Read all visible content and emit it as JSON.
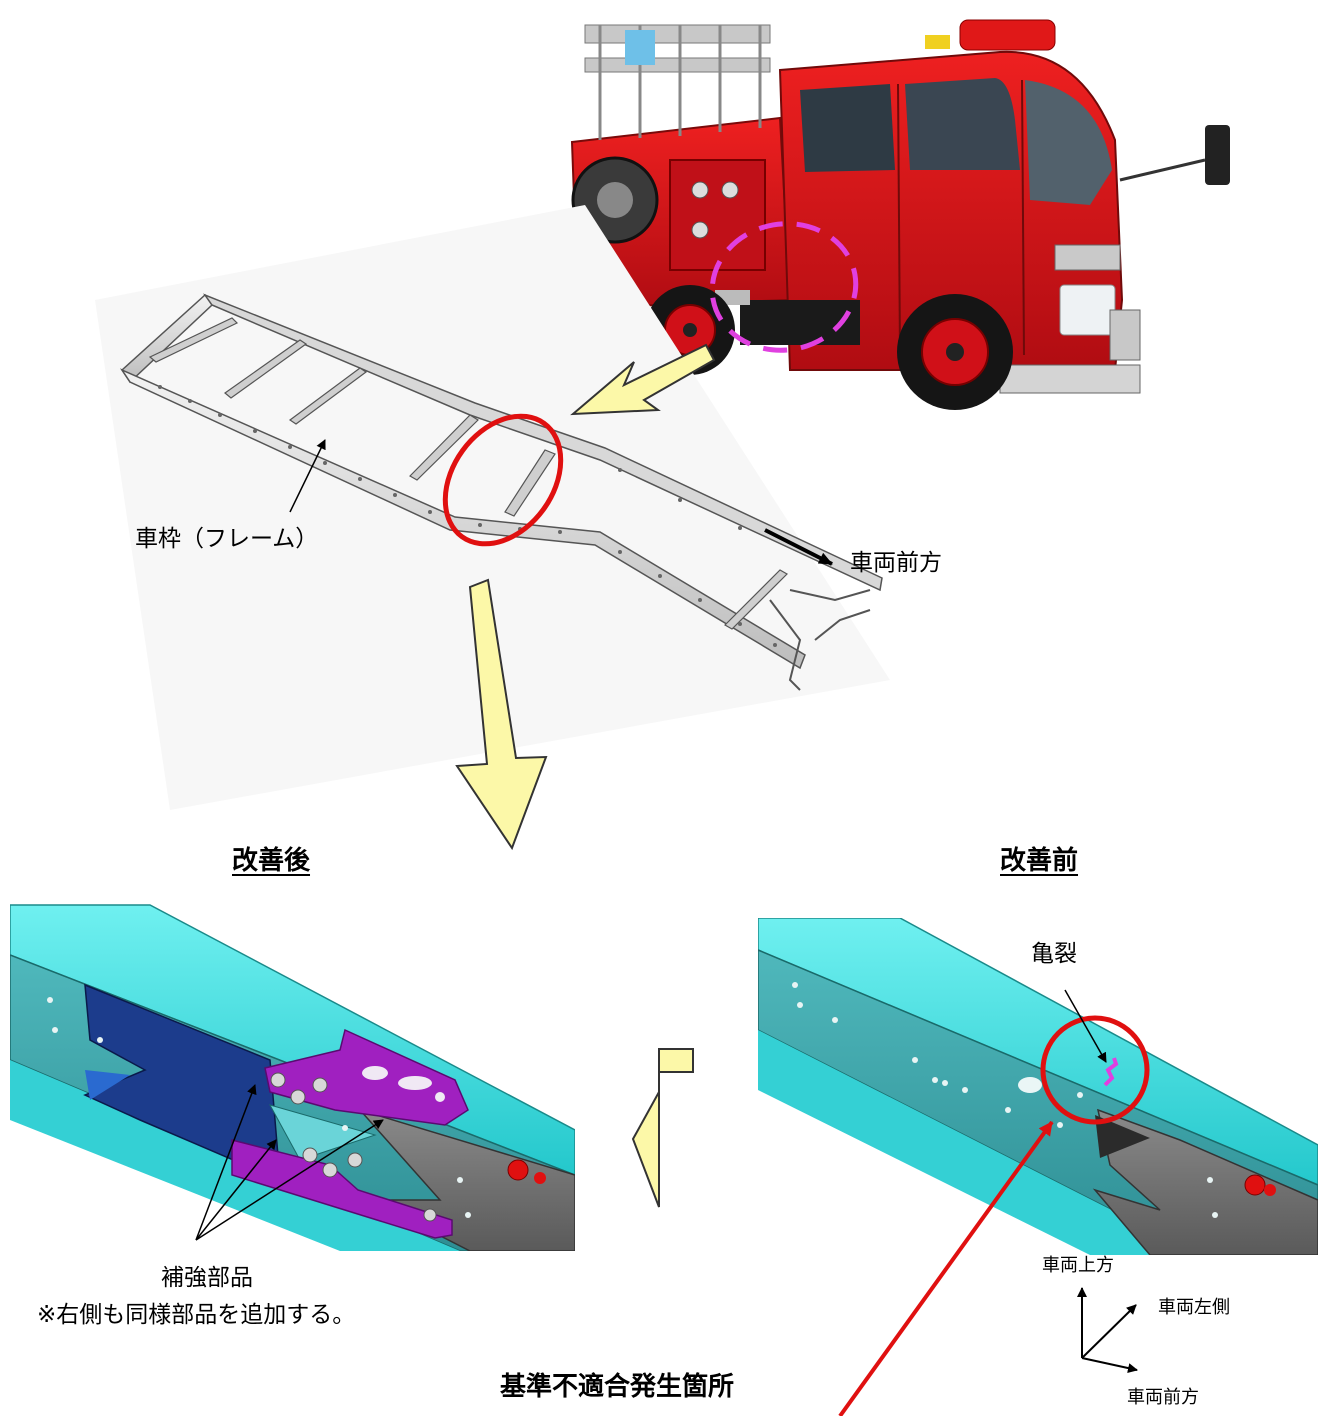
{
  "labels": {
    "frame": "車枠（フレーム）",
    "vehicle_front_top": "車両前方",
    "after_title": "改善後",
    "before_title": "改善前",
    "crack": "亀裂",
    "reinforcement": "補強部品",
    "reinforcement_note": "※右側も同様部品を追加する。",
    "nonconformity_location": "基準不適合発生箇所",
    "axis_up": "車両上方",
    "axis_left": "車両左側",
    "axis_front": "車両前方"
  },
  "colors": {
    "truck_red": "#d8101a",
    "dashed_highlight": "#e040e0",
    "callout_red": "#e01010",
    "arrow_yellow": "#fcf8a8",
    "frame_cyan": "#40e0e0",
    "reinforcement_purple": "#a020c0",
    "plate_navy": "#1c3c8c"
  }
}
